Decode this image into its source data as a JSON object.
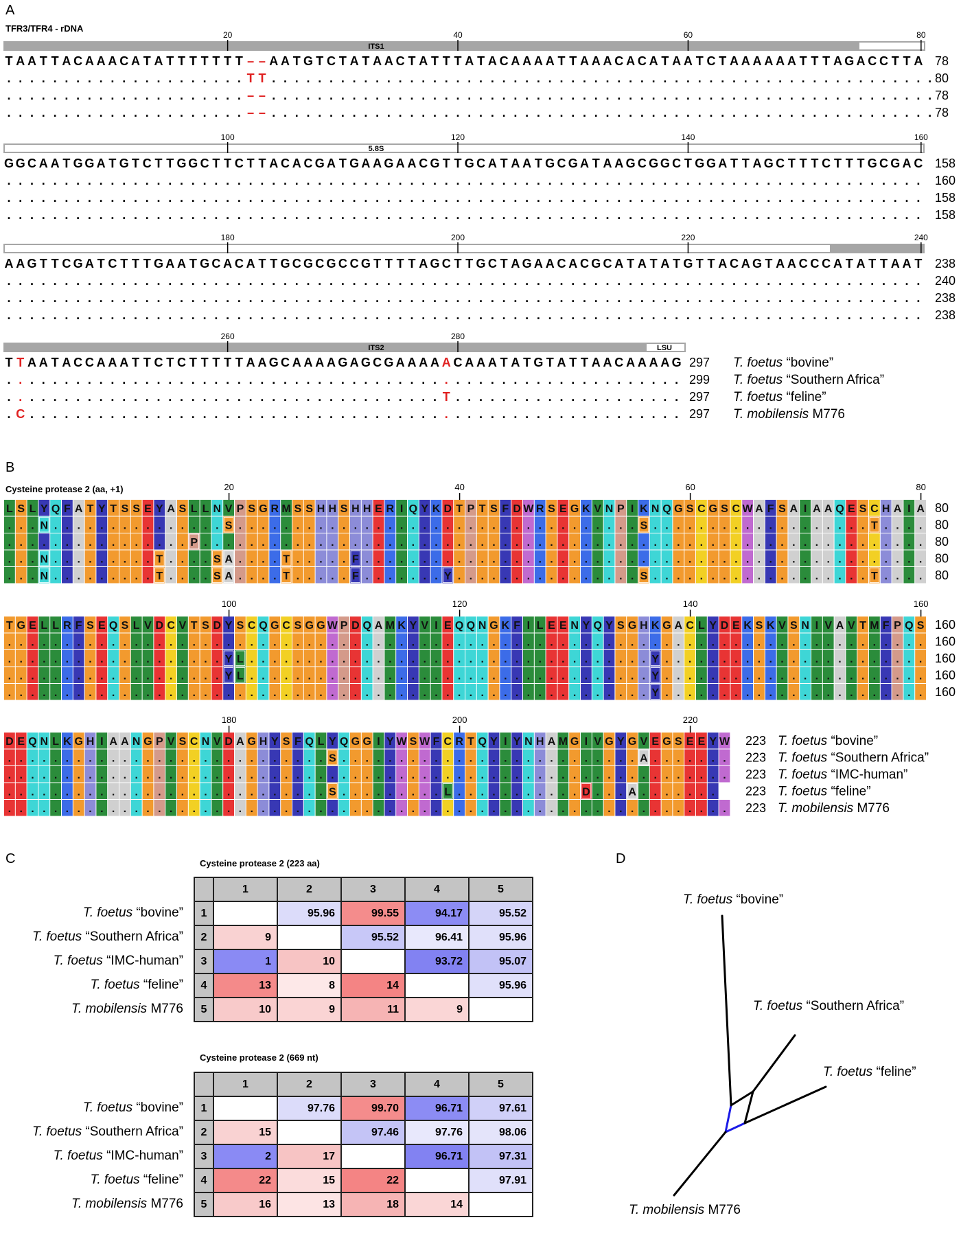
{
  "panels": {
    "a": "A",
    "b": "B",
    "c": "C",
    "d": "D"
  },
  "panel_a": {
    "title": "TFR3/TFR4 - rDNA",
    "blocks": [
      {
        "ruler": [
          "20",
          "40",
          "60",
          "80"
        ],
        "region_labels": [
          "ITS1"
        ],
        "rows": [
          {
            "seq": "TAATTACAAACATATTTTTTT--AATGTCTATAACTATTTATACAAAATTAAACACATAATCTAAAAAATTTAGACCTTA",
            "count": "78"
          },
          {
            "seq": ".....................TT..........................................................",
            "count": "80"
          },
          {
            "seq": ".....................--..........................................................",
            "count": "78"
          },
          {
            "seq": ".....................--..........................................................",
            "count": "78"
          }
        ]
      },
      {
        "ruler": [
          "100",
          "120",
          "140",
          "160"
        ],
        "region_labels": [
          "5.8S"
        ],
        "rows": [
          {
            "seq": "GGCAATGGATGTCTTGGCTTCTTACACGATGAAGAACGTTGCATAATGCGATAAGCGGCTGGATTAGCTTTCTTTGCGAC",
            "count": "158"
          },
          {
            "seq": "................................................................................",
            "count": "160"
          },
          {
            "seq": "................................................................................",
            "count": "158"
          },
          {
            "seq": "................................................................................",
            "count": "158"
          }
        ]
      },
      {
        "ruler": [
          "180",
          "200",
          "220",
          "240"
        ],
        "region_labels": [],
        "rows": [
          {
            "seq": "AAGTTCGATCTTTGAATGCACATTGCGCGCCGTTTTAGCTTGCTAGAACACGCATATATGTTACAGTAACCCATATTAAT",
            "count": "238"
          },
          {
            "seq": "................................................................................",
            "count": "240"
          },
          {
            "seq": "................................................................................",
            "count": "238"
          },
          {
            "seq": "................................................................................",
            "count": "238"
          }
        ]
      },
      {
        "ruler": [
          "260",
          "280"
        ],
        "region_labels": [
          "ITS2",
          "LSU"
        ],
        "rows": [
          {
            "seq": "TTAATACCAAATTCTCTTTTTAAGCAAAAGAGCGAAAAACAAATATGTATTAACAAAAG",
            "count": "297",
            "name_italic": "T. foetus",
            "name_rest": " “bovine”"
          },
          {
            "seq": "...........................................................",
            "count": "299",
            "name_italic": "T. foetus",
            "name_rest": " “Southern Africa”"
          },
          {
            "seq": "......................................T....................",
            "count": "297",
            "name_italic": "T. foetus",
            "name_rest": " “feline”"
          },
          {
            "seq": ".C.........................................................",
            "count": "297",
            "name_italic": "T. mobilensis",
            "name_rest": " M776"
          }
        ]
      }
    ]
  },
  "panel_b": {
    "title": "Cysteine protease 2 (aa, +1)",
    "blocks": [
      {
        "ruler": [
          "20",
          "40",
          "60",
          "80"
        ],
        "rows": [
          {
            "seq": "LSLYQFATYTSSEYASLLNVPSGRMSSHHSHHERIQYKDTPTSFDWRSEGKVNPIKNQGSCGSCWAFSAIAAQESCHAIA",
            "count": "80"
          },
          {
            "seq": "...N...............S...................................S...................T....",
            "count": "80"
          },
          {
            "seq": "................P...............................................................",
            "count": "80"
          },
          {
            "seq": "...N.........T....SA....T.....F.................................................",
            "count": "80"
          },
          {
            "seq": "...N.........T....SA....T.....F.......Y................S...................T....",
            "count": "80"
          }
        ]
      },
      {
        "ruler": [
          "100",
          "120",
          "140",
          "160"
        ],
        "rows": [
          {
            "seq": "TGELLRFSEQSLVDCVTSDYSCQGCSGGWPDQAMKYVIEQQNGKFILEENYQYSGHKGACLYDEKSKVSNIVAVTMFPQS",
            "count": "160"
          },
          {
            "seq": "................................................................................",
            "count": "160"
          },
          {
            "seq": "...................YL...................................Y.......................",
            "count": "160"
          },
          {
            "seq": "...................YL...................................Y.......................",
            "count": "160"
          },
          {
            "seq": "........................................................Y.......................",
            "count": "160"
          }
        ]
      },
      {
        "ruler": [
          "180",
          "200",
          "220"
        ],
        "rows": [
          {
            "seq": "DEQNLKGHIAANGPVSCNVDAGHYSFQLYQGGIYWSWFCRTQYIYNHAMGIVGYGVEGSEEYW",
            "count": "223",
            "name_italic": "T. foetus",
            "name_rest": " “bovine”"
          },
          {
            "seq": "............................S..........................A.......",
            "count": "223",
            "name_italic": "T. foetus",
            "name_rest": " “Southern Africa”"
          },
          {
            "seq": "...............................................................",
            "count": "223",
            "name_italic": "T. foetus",
            "name_rest": " “IMC-human”"
          },
          {
            "seq": "............................S.........L...........D...A.......",
            "count": "223",
            "name_italic": "T. foetus",
            "name_rest": " “feline”"
          },
          {
            "seq": "...............................................................",
            "count": "223",
            "name_italic": "T. mobilensis",
            "name_rest": " M776"
          }
        ]
      }
    ]
  },
  "panel_c": {
    "row_labels": [
      {
        "italic": "T. foetus",
        "rest": " “bovine”"
      },
      {
        "italic": "T. foetus",
        "rest": " “Southern Africa”"
      },
      {
        "italic": "T. foetus",
        "rest": " “IMC-human”"
      },
      {
        "italic": "T. foetus",
        "rest": " “feline”"
      },
      {
        "italic": "T. mobilensis",
        "rest": " M776"
      }
    ],
    "headers": [
      "1",
      "2",
      "3",
      "4",
      "5"
    ],
    "tables": [
      {
        "title": "Cysteine protease 2 (223 aa)",
        "cells": [
          [
            "",
            "95.96",
            "99.55",
            "94.17",
            "95.52"
          ],
          [
            "9",
            "",
            "95.52",
            "96.41",
            "95.96"
          ],
          [
            "1",
            "10",
            "",
            "93.72",
            "95.07"
          ],
          [
            "13",
            "8",
            "14",
            "",
            "95.96"
          ],
          [
            "10",
            "9",
            "11",
            "9",
            ""
          ]
        ],
        "colors": [
          [
            "#ffffff",
            "#dcdcfa",
            "#f48c8c",
            "#8c8cf4",
            "#d4d4f8"
          ],
          [
            "#f9d2d2",
            "#ffffff",
            "#c8c8f8",
            "#e8e8fc",
            "#e0e0fa"
          ],
          [
            "#8a8af4",
            "#f7c4c4",
            "#ffffff",
            "#8282f2",
            "#c2c2f6"
          ],
          [
            "#f48a8a",
            "#fde8e8",
            "#f48484",
            "#ffffff",
            "#e0e0fa"
          ],
          [
            "#f8caca",
            "#fad4d4",
            "#f6b4b4",
            "#fad6d6",
            "#ffffff"
          ]
        ]
      },
      {
        "title": "Cysteine protease 2 (669 nt)",
        "cells": [
          [
            "",
            "97.76",
            "99.70",
            "96.71",
            "97.61"
          ],
          [
            "15",
            "",
            "97.46",
            "97.76",
            "98.06"
          ],
          [
            "2",
            "17",
            "",
            "96.71",
            "97.31"
          ],
          [
            "22",
            "15",
            "22",
            "",
            "97.91"
          ],
          [
            "16",
            "13",
            "18",
            "14",
            ""
          ]
        ],
        "colors": [
          [
            "#ffffff",
            "#dcdcfa",
            "#f48c8c",
            "#8c8cf4",
            "#d0d0f8"
          ],
          [
            "#f9d2d2",
            "#ffffff",
            "#c4c4f6",
            "#e8e8fc",
            "#e4e4fa"
          ],
          [
            "#8a8af4",
            "#f7c4c4",
            "#ffffff",
            "#8282f2",
            "#c2c2f6"
          ],
          [
            "#f48a8a",
            "#fbdcdc",
            "#f48484",
            "#ffffff",
            "#e0e0fa"
          ],
          [
            "#f8caca",
            "#fde4e4",
            "#f6b4b4",
            "#fad6d6",
            "#ffffff"
          ]
        ]
      }
    ]
  },
  "panel_d": {
    "labels": [
      {
        "italic": "T. foetus",
        "rest": " “bovine”"
      },
      {
        "italic": "T. foetus",
        "rest": " “Southern Africa”"
      },
      {
        "italic": "T. foetus",
        "rest": " “feline”"
      },
      {
        "italic": "T. mobilensis",
        "rest": " M776"
      }
    ]
  },
  "colors": {
    "highlight_red": "#e02020",
    "bar_gray": "#a6a6a6",
    "tree_blue": "#1a1ae6",
    "aa": {
      "A": "#d0d0d0",
      "G": "#f29a2e",
      "S": "#f29a2e",
      "T": "#f29a2e",
      "C": "#f2d024",
      "V": "#2b8c3b",
      "I": "#2b8c3b",
      "L": "#2b8c3b",
      "M": "#2b8c3b",
      "F": "#3838b4",
      "Y": "#3838b4",
      "W": "#c06ad0",
      "H": "#8c8cd8",
      "K": "#3c6ce8",
      "R": "#3c6ce8",
      "D": "#e83434",
      "E": "#e83434",
      "N": "#3ed6d6",
      "Q": "#3ed6d6",
      "P": "#d49a8a"
    }
  }
}
